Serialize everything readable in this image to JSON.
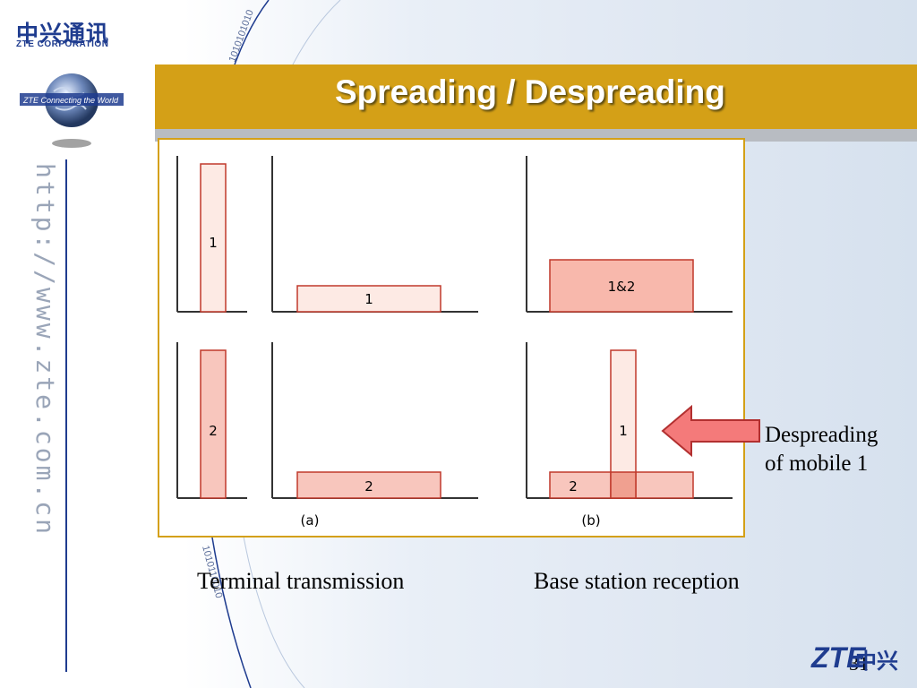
{
  "logo": {
    "chinese": "中兴通讯",
    "english": "ZTE CORPORATION",
    "tagline": "ZTE Connecting the World"
  },
  "sidebar": {
    "url": "http://www.zte.com.cn",
    "binary_top": "1010101010",
    "binary_bottom": "1010110010"
  },
  "title": "Spreading / Despreading",
  "diagram": {
    "panel_a_label": "(a)",
    "panel_b_label": "(b)",
    "a_top_narrow": "1",
    "a_top_wide": "1",
    "a_bottom_narrow": "2",
    "a_bottom_wide": "2",
    "b_top_wide": "1&2",
    "b_bottom_narrow": "1",
    "b_bottom_wide": "2"
  },
  "annotation": {
    "line1": "Despreading",
    "line2": "of mobile 1"
  },
  "captions": {
    "left": "Terminal transmission",
    "right": "Base station reception"
  },
  "footer": {
    "brand": "ZTE",
    "brand_cn": "中兴",
    "page": "31"
  },
  "colors": {
    "title_bar": "#d4a017",
    "bar_fill": "#fdeae4",
    "bar_fill_dark": "#f8b8ac",
    "arrow": "#f47a7a",
    "brand_blue": "#1f3c8f"
  }
}
